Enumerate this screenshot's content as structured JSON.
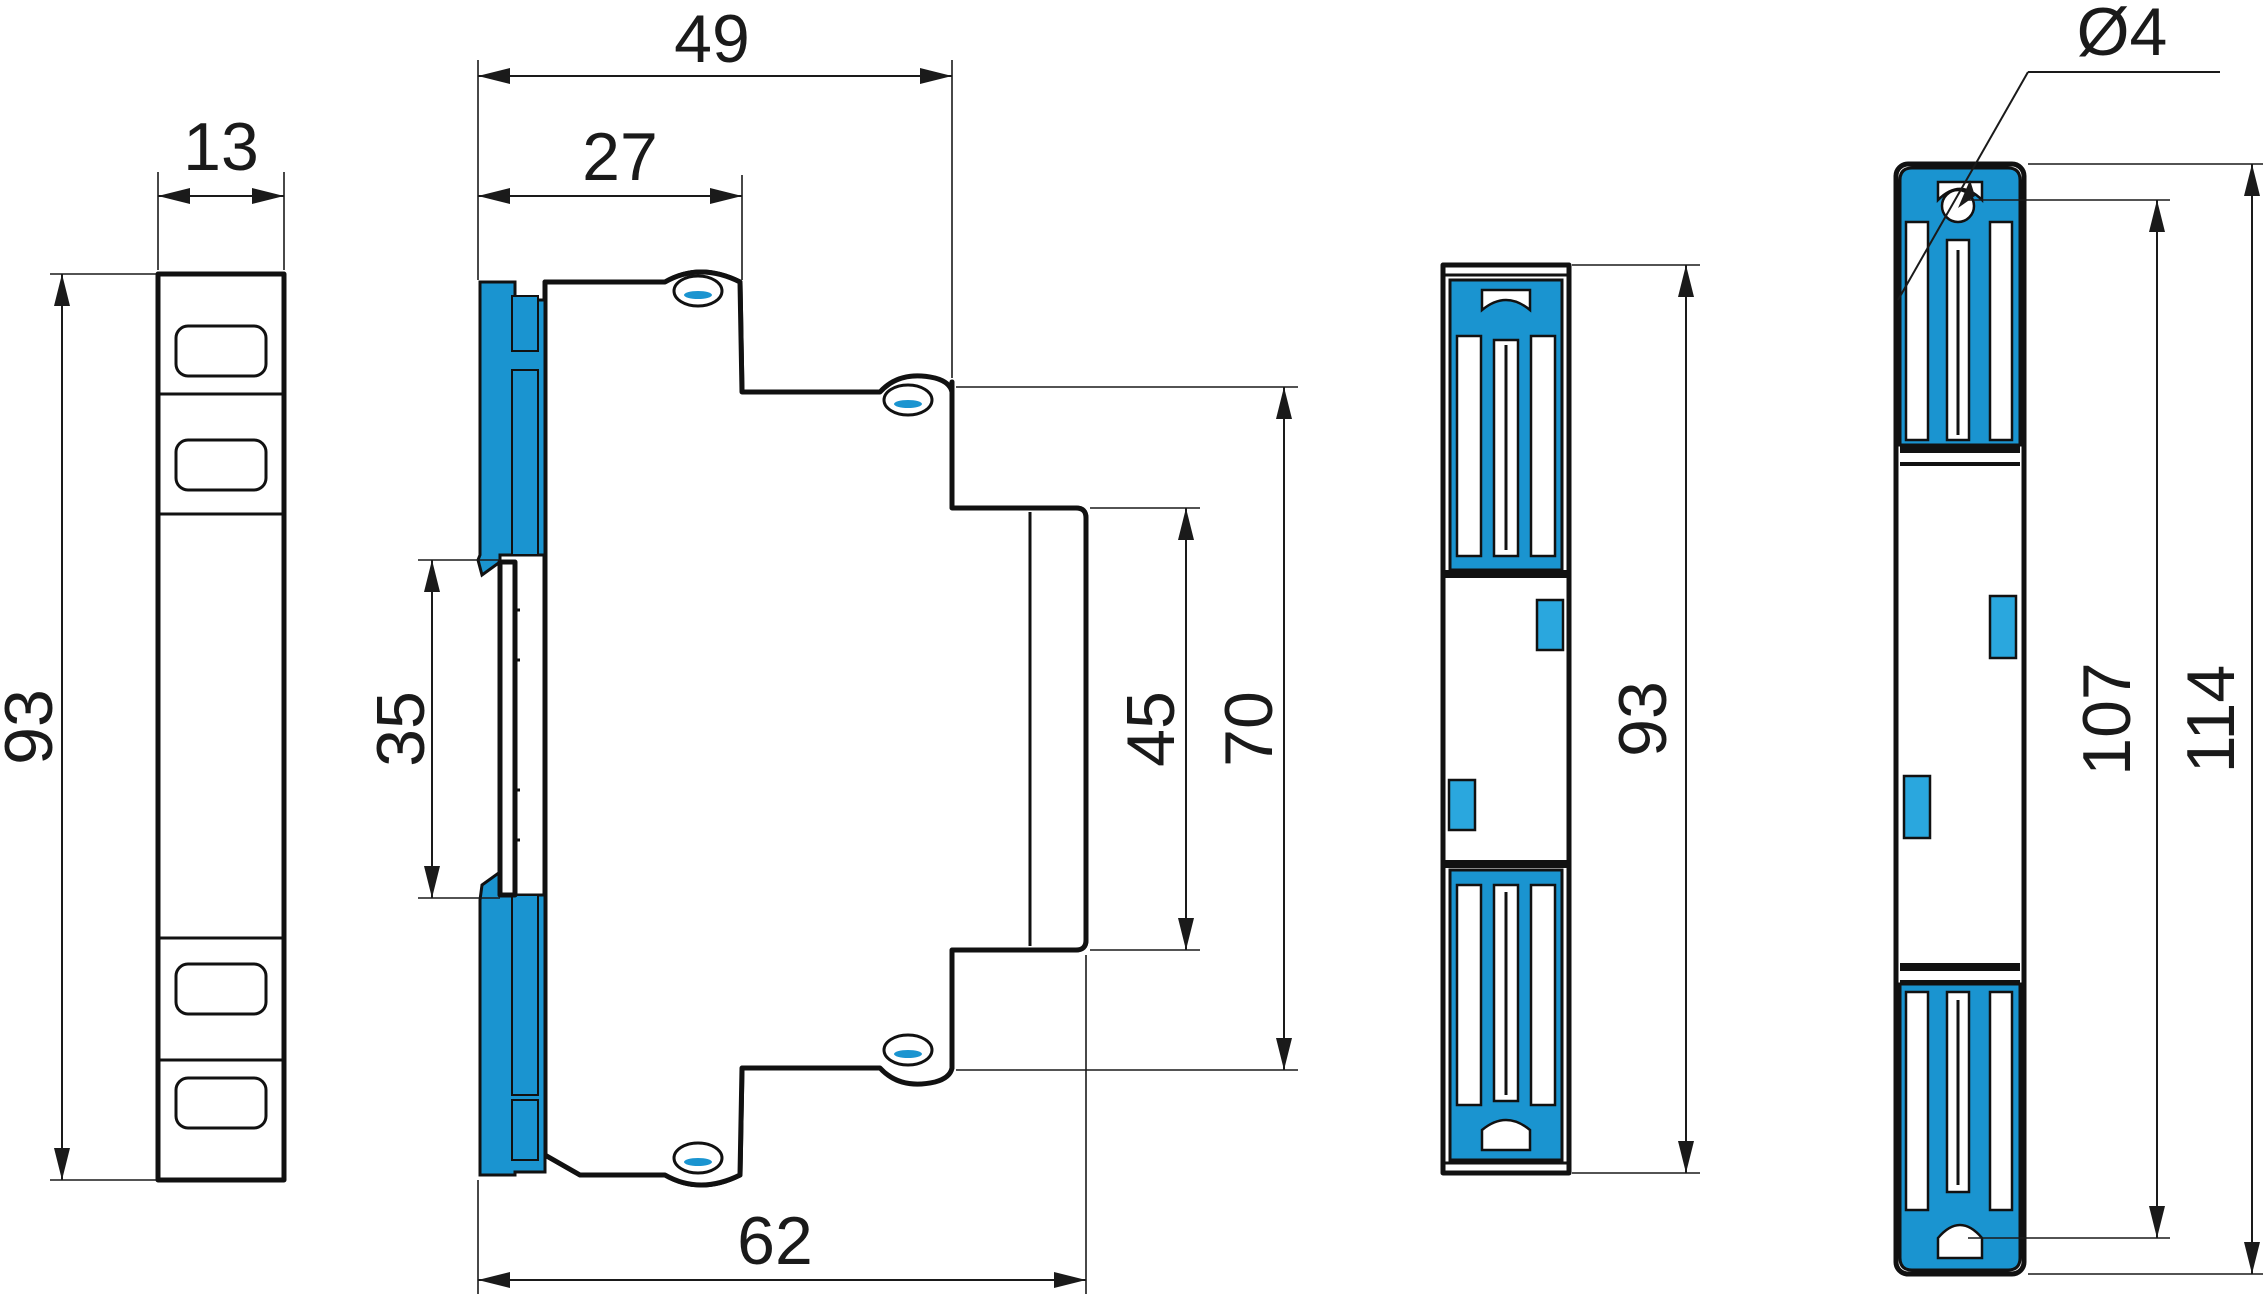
{
  "colors": {
    "accent_blue": "#1a94d0",
    "outline": "#111111",
    "background": "#ffffff"
  },
  "dimensions": {
    "front_width": "13",
    "front_height": "93",
    "side_depth_total": "49",
    "side_depth_upper": "27",
    "side_rail_width": "35",
    "side_inner_height": "45",
    "side_outer_height": "70",
    "side_base_depth": "62",
    "top_view_height": "93",
    "socket_hole_diameter": "Ø4",
    "socket_inner_height": "107",
    "socket_outer_height": "114"
  }
}
